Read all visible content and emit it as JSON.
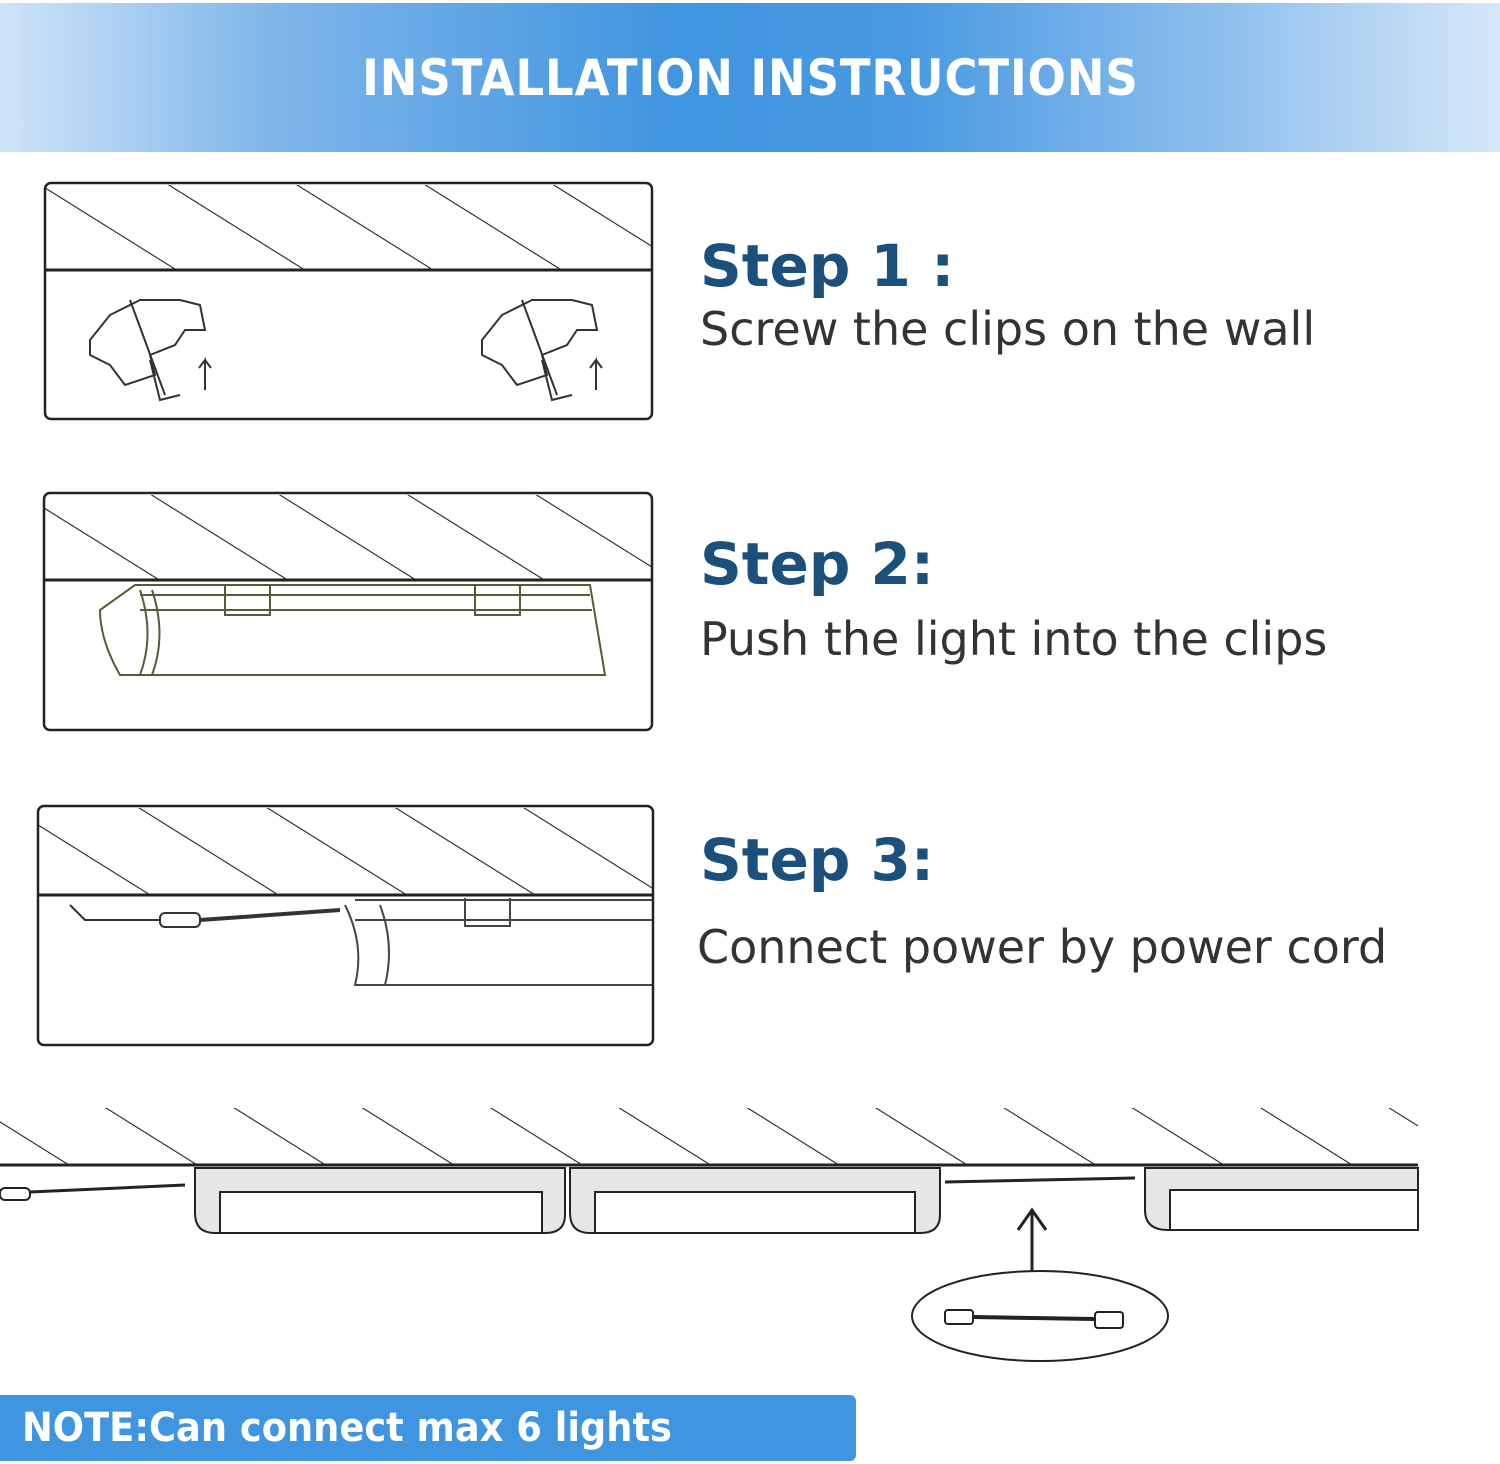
{
  "header": {
    "title": "INSTALLATION INSTRUCTIONS"
  },
  "steps": [
    {
      "title": "Step 1 :",
      "description": "Screw the clips on the wall"
    },
    {
      "title": "Step 2:",
      "description": "Push the light into the clips"
    },
    {
      "title": "Step 3:",
      "description": "Connect power by power cord"
    }
  ],
  "note": {
    "text": "NOTE:Can connect max 6 lights"
  },
  "colors": {
    "banner": "#3f95e0",
    "step_title": "#1b4f7c",
    "note_bg": "#3f95e0"
  }
}
